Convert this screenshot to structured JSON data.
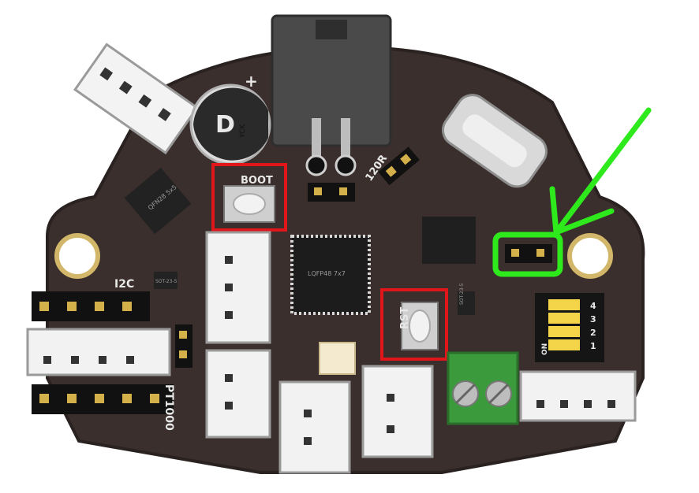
{
  "board": {
    "labels": {
      "boot": "BOOT",
      "rst": "RST",
      "i2c": "I2C",
      "pt1000": "PT1000",
      "r120": "120R",
      "mcu": "LQFP48 7x7",
      "qfn": "QFN28 5x5",
      "sot_a": "SOT-23-5",
      "sot_b": "SOT-23-5",
      "cap_letter": "D",
      "cap_brand": "YCK",
      "on": "ON",
      "dip1": "1",
      "dip2": "2",
      "dip3": "3",
      "dip4": "4",
      "plus": "+"
    },
    "colors": {
      "pcb": "#3a2f2c",
      "pcb_edge": "#2a2220",
      "boot_box": "#e0161b",
      "rst_box": "#e0161b",
      "arrow": "#2eea1c",
      "jumper_box": "#2eea1c",
      "terminal": "#3b9a3b"
    }
  }
}
